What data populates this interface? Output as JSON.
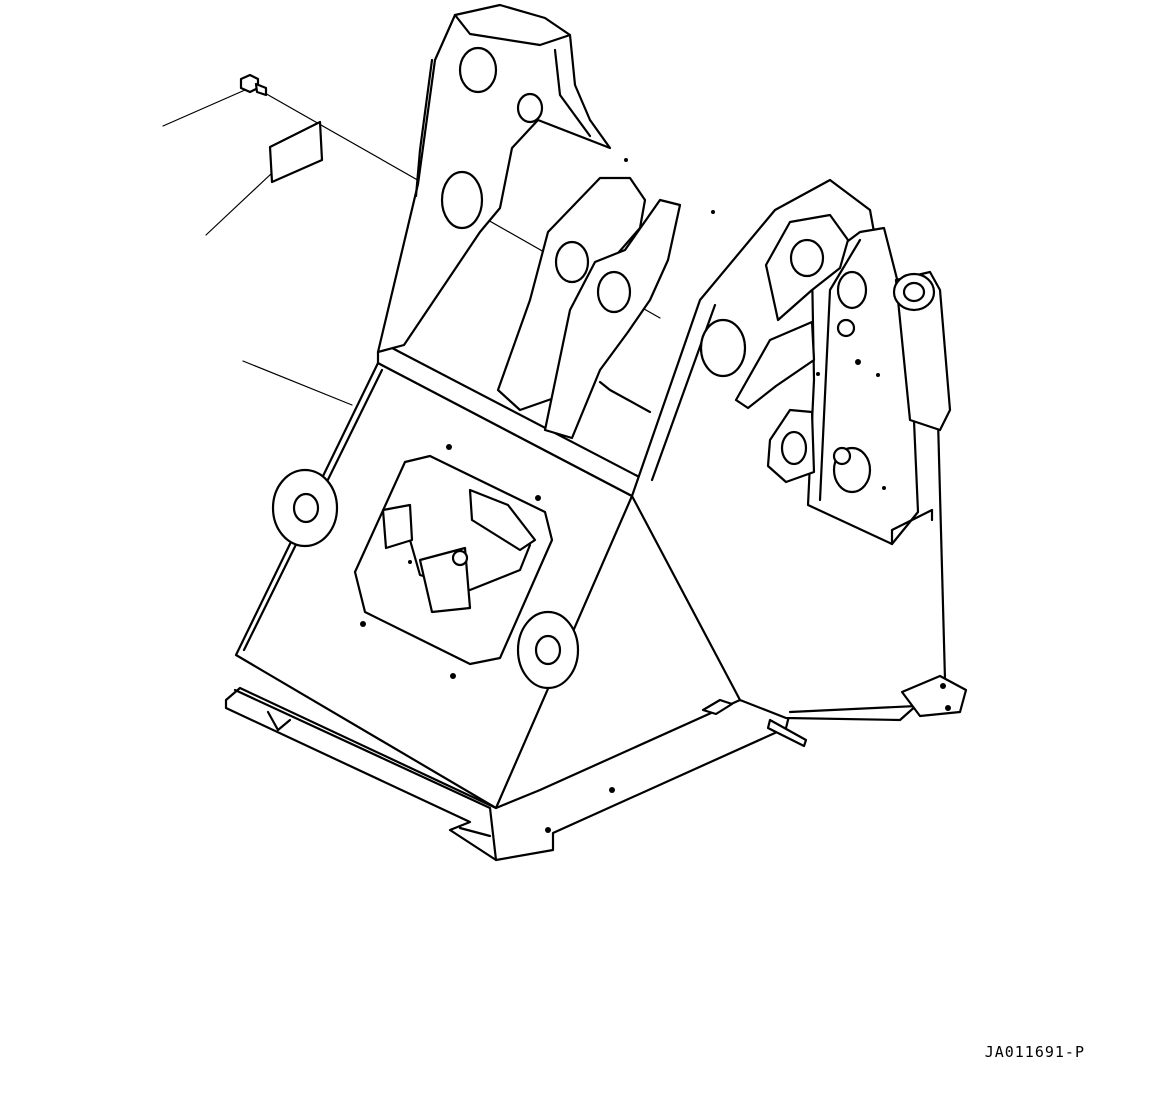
{
  "figure": {
    "drawing_code": "JA011691-P",
    "callouts": [
      "bolt-leader",
      "plate-leader",
      "frame-leader"
    ]
  }
}
